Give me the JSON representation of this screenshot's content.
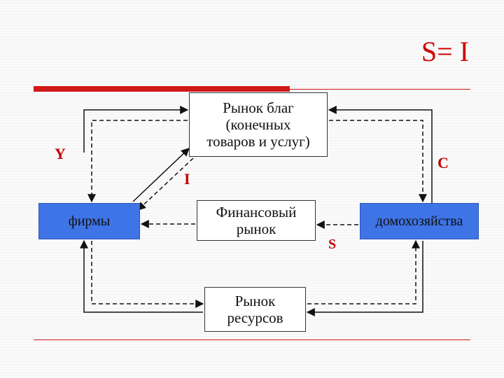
{
  "title": "S= I",
  "boxes": {
    "goods_market": "Рынок благ\n(конечных\nтоваров и услуг)",
    "financial_market": "Финансовый\nрынок",
    "resource_market": "Рынок\nресурсов",
    "firms": "фирмы",
    "households": "домохозяйства"
  },
  "labels": {
    "y": "Y",
    "i": "I",
    "c": "C",
    "s": "S"
  },
  "colors": {
    "accent_red": "#d01818",
    "label_red": "#c00000",
    "box_blue": "#3f74e6"
  }
}
